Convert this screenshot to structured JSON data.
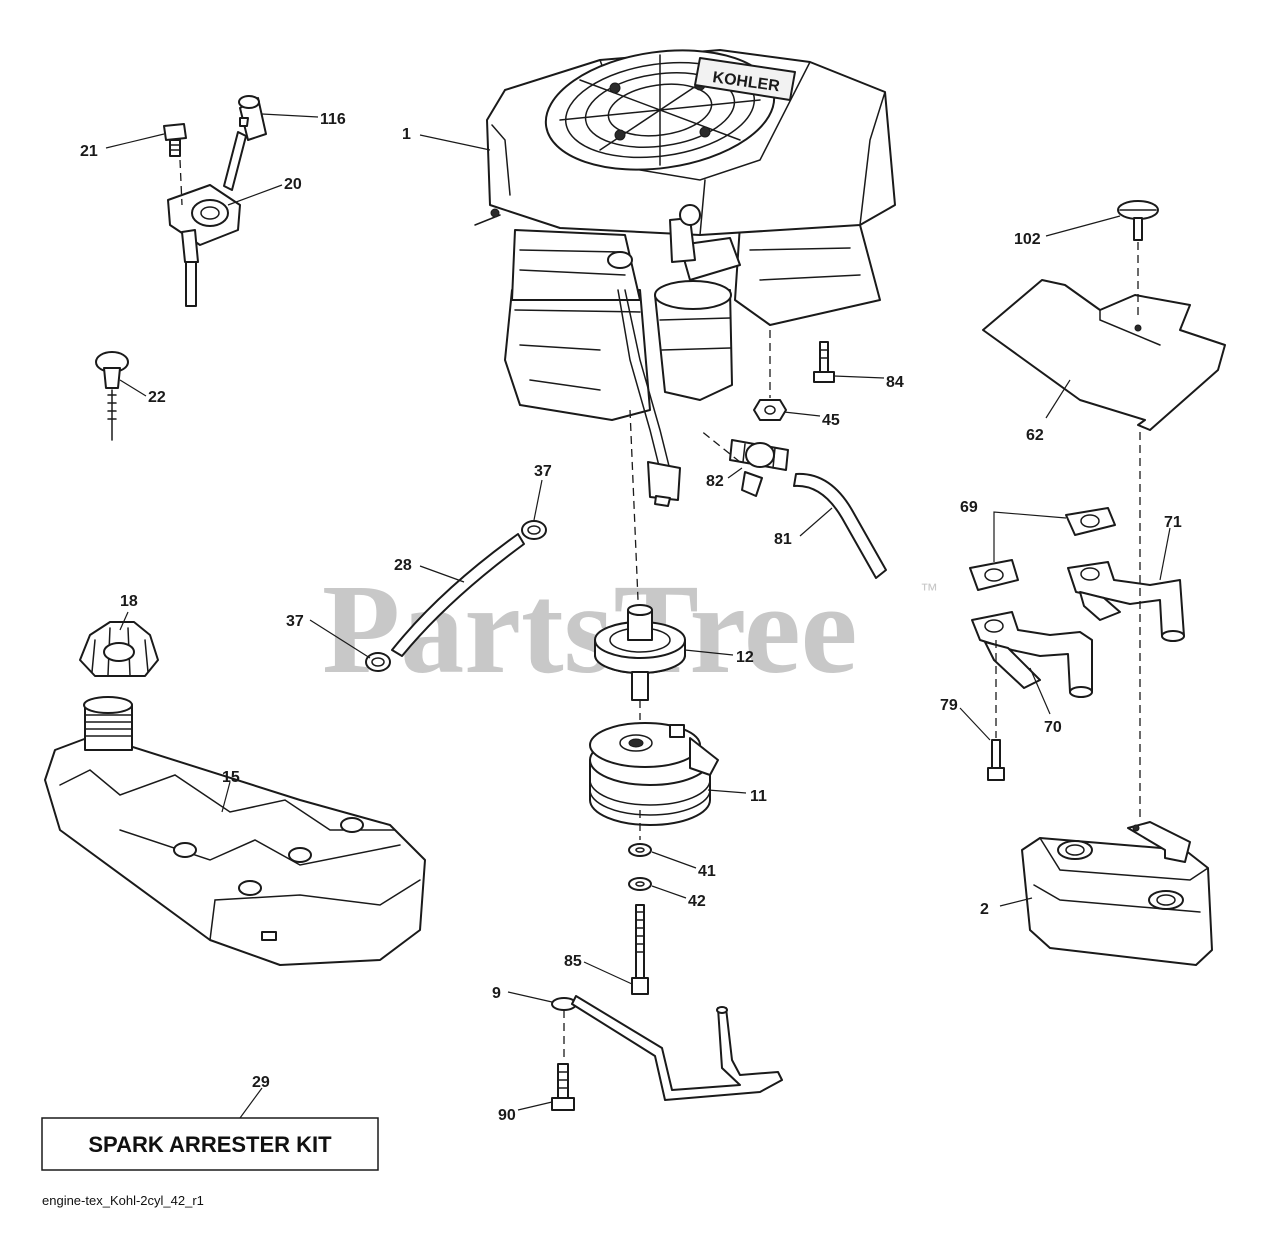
{
  "watermark": {
    "text": "PartsTree",
    "trademark": "™"
  },
  "engine_brand": "KOHLER",
  "callouts": {
    "c1": "1",
    "c2": "2",
    "c9": "9",
    "c11": "11",
    "c12": "12",
    "c15": "15",
    "c18": "18",
    "c20": "20",
    "c21": "21",
    "c22": "22",
    "c28": "28",
    "c29": "29",
    "c37a": "37",
    "c37b": "37",
    "c41": "41",
    "c42": "42",
    "c45": "45",
    "c62": "62",
    "c69": "69",
    "c70": "70",
    "c71": "71",
    "c79": "79",
    "c81": "81",
    "c82": "82",
    "c84": "84",
    "c85": "85",
    "c90": "90",
    "c102": "102",
    "c116": "116"
  },
  "kit_box": {
    "label": "SPARK ARRESTER KIT"
  },
  "caption": "engine-tex_Kohl-2cyl_42_r1"
}
